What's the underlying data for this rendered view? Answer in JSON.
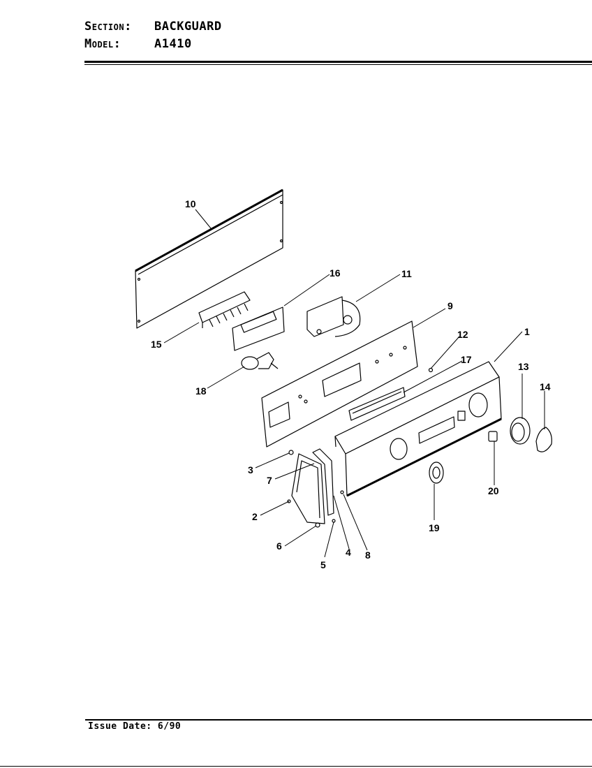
{
  "header": {
    "section_key": "Section:",
    "section_value": "BACKGUARD",
    "model_key": "Model:",
    "model_value": "A1410"
  },
  "footer": {
    "issue": "Issue Date: 6/90"
  },
  "callouts": [
    "1",
    "2",
    "3",
    "4",
    "5",
    "6",
    "7",
    "8",
    "9",
    "10",
    "11",
    "12",
    "13",
    "14",
    "15",
    "16",
    "17",
    "18",
    "19",
    "20"
  ]
}
